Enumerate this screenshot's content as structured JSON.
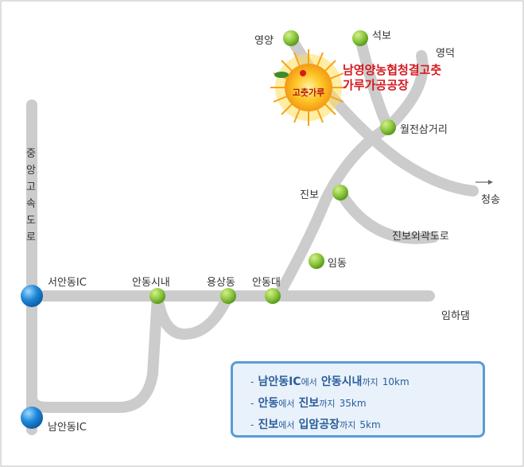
{
  "map": {
    "highway_label": "중앙고속도로",
    "factory_name": [
      "남영양농협청결고춧",
      "가루가공공장"
    ],
    "logo_text": "고춧가루",
    "places": {
      "yeongyang": "영양",
      "seokbo": "석보",
      "yeongdeok": "영덕",
      "woljeon": "월전삼거리",
      "jinbo": "진보",
      "cheongsong": "청송",
      "jinbo_bypass": "진보외곽도로",
      "imdong": "임동",
      "andong_city": "안동시내",
      "yongsang": "용상동",
      "andongdae": "안동대",
      "imha_dam": "임하댐",
      "seoandong_ic": "서안동IC",
      "namandong_ic": "남안동IC"
    }
  },
  "info": {
    "lines": [
      {
        "dash": "-",
        "from": "남안동IC",
        "mid": "에서",
        "to": "안동시내",
        "tail": "까지",
        "dist": "10km"
      },
      {
        "dash": "-",
        "from": "안동",
        "mid": "에서",
        "to": "진보",
        "tail": "까지",
        "dist": "35km"
      },
      {
        "dash": "-",
        "from": "진보",
        "mid": "에서",
        "to": "입암공장",
        "tail": "까지",
        "dist": "5km"
      }
    ]
  },
  "colors": {
    "road": "#cccccc",
    "waypoint": "#8cc63f",
    "ic_marker": "#1e88d8",
    "factory_text": "#d4191f",
    "info_border": "#5b9bd5",
    "info_text": "#2a5d9a"
  }
}
